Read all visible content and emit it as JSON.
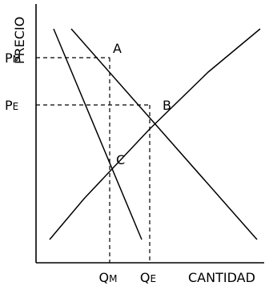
{
  "chart_data": {
    "type": "line",
    "title": "",
    "xlabel": "CANTIDAD",
    "ylabel": "PRECIO",
    "xlim": [
      0,
      300
    ],
    "ylim": [
      0,
      300
    ],
    "grid": false,
    "legend": "none",
    "series": [
      {
        "values": [
          [
            22,
            292
          ],
          [
            132,
            29
          ]
        ]
      },
      {
        "values": [
          [
            44,
            292
          ],
          [
            276,
            29
          ]
        ]
      },
      {
        "values": [
          [
            17,
            29
          ],
          [
            60,
            80
          ],
          [
            142,
            167
          ],
          [
            215,
            238
          ],
          [
            280,
            292
          ]
        ]
      }
    ],
    "points": [
      {
        "label": "A",
        "x": 92,
        "y": 256
      },
      {
        "label": "B",
        "x": 142,
        "y": 197
      },
      {
        "label": "C",
        "x": 92,
        "y": 121
      }
    ],
    "y_ticks": [
      {
        "main": "P",
        "sub": "M",
        "value": 256
      },
      {
        "main": "P",
        "sub": "E",
        "value": 197
      }
    ],
    "x_ticks": [
      {
        "main": "Q",
        "sub": "M",
        "value": 92
      },
      {
        "main": "Q",
        "sub": "E",
        "value": 142
      }
    ],
    "colors": {
      "axis": "#000000",
      "lines": "#000000",
      "text": "#000000"
    }
  }
}
